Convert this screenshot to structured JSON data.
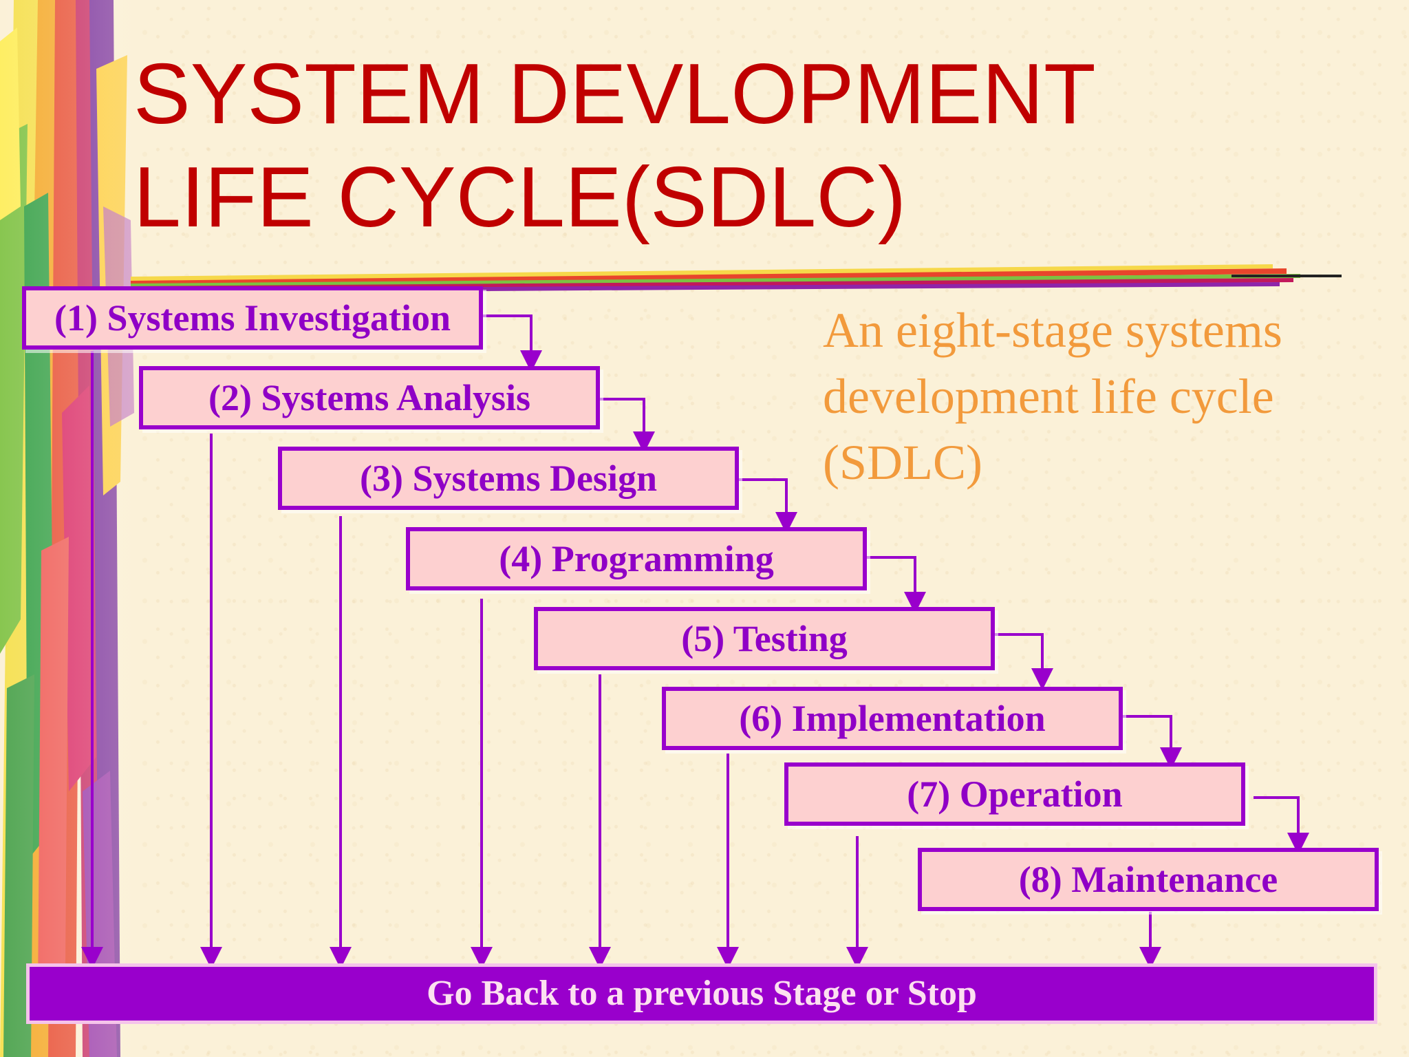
{
  "slide": {
    "title_line_1": "SYSTEM DEVLOPMENT",
    "title_line_2": "LIFE CYCLE(SDLC)",
    "subtitle_line_1": "An eight-stage systems",
    "subtitle_line_2": "development life cycle",
    "subtitle_line_3": "(SDLC)"
  },
  "stages": [
    {
      "label": "(1) Systems Investigation"
    },
    {
      "label": "(2) Systems Analysis"
    },
    {
      "label": "(3) Systems Design"
    },
    {
      "label": "(4) Programming"
    },
    {
      "label": "(5) Testing"
    },
    {
      "label": "(6) Implementation"
    },
    {
      "label": "(7) Operation"
    },
    {
      "label": "(8) Maintenance"
    }
  ],
  "footer": {
    "go_back_label": "Go Back to a previous Stage or Stop"
  },
  "colors": {
    "title": "#c00000",
    "subtitle": "#f29a3c",
    "stage_fill": "#fdd0d0",
    "stage_border": "#9900cc",
    "stage_text": "#8f00c6",
    "go_back_fill": "#9900cc",
    "connector": "#9900cc"
  }
}
